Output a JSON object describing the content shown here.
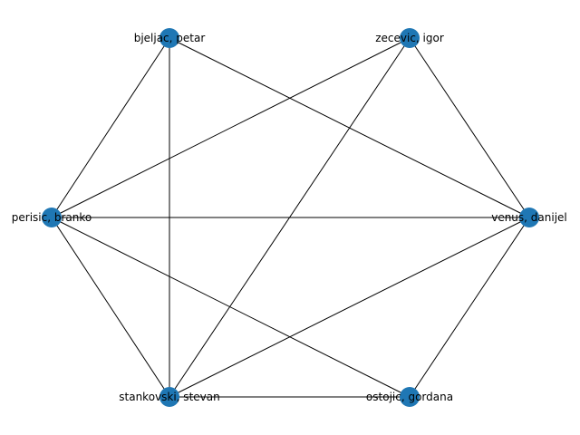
{
  "graph": {
    "node_color": "#1f77b4",
    "edge_color": "#000000",
    "nodes": [
      {
        "id": "bjeljac",
        "label": "bjeljac, petar"
      },
      {
        "id": "zecevic",
        "label": "zecevic, igor"
      },
      {
        "id": "perisic",
        "label": "perisic, branko"
      },
      {
        "id": "venus",
        "label": "venus, danijel"
      },
      {
        "id": "stankovski",
        "label": "stankovski, stevan"
      },
      {
        "id": "ostojic",
        "label": "ostojic, gordana"
      }
    ],
    "edges": [
      [
        "bjeljac",
        "perisic"
      ],
      [
        "bjeljac",
        "stankovski"
      ],
      [
        "bjeljac",
        "venus"
      ],
      [
        "zecevic",
        "perisic"
      ],
      [
        "zecevic",
        "stankovski"
      ],
      [
        "zecevic",
        "venus"
      ],
      [
        "perisic",
        "venus"
      ],
      [
        "perisic",
        "stankovski"
      ],
      [
        "perisic",
        "ostojic"
      ],
      [
        "venus",
        "stankovski"
      ],
      [
        "venus",
        "ostojic"
      ],
      [
        "stankovski",
        "ostojic"
      ]
    ]
  }
}
